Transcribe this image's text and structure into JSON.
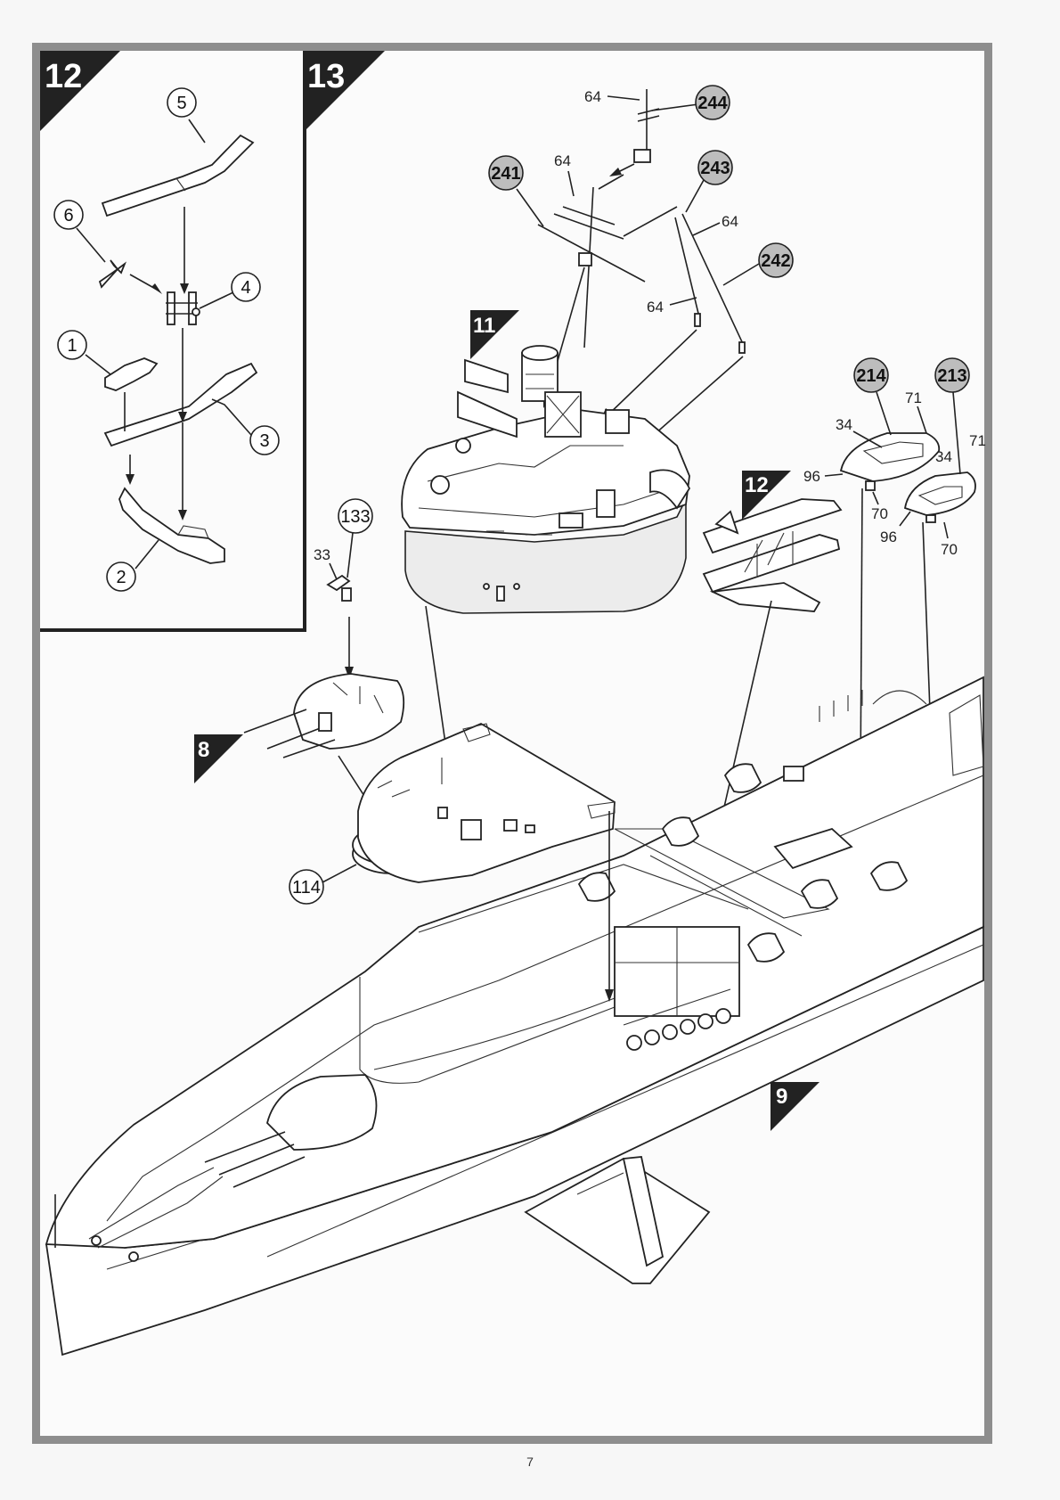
{
  "steps": {
    "step12_inset": "12",
    "step13": "13",
    "sub11": "11",
    "sub12": "12",
    "sub8": "8",
    "sub9": "9"
  },
  "parts": {
    "p1": "1",
    "p2": "2",
    "p3": "3",
    "p4": "4",
    "p5": "5",
    "p6": "6",
    "p33": "33",
    "p34a": "34",
    "p34b": "34",
    "p64a": "64",
    "p64b": "64",
    "p64c": "64",
    "p64d": "64",
    "p70a": "70",
    "p70b": "70",
    "p71a": "71",
    "p71b": "71",
    "p96a": "96",
    "p96b": "96",
    "p114": "114",
    "p133": "133",
    "p213": "213",
    "p214": "214",
    "p241": "241",
    "p242": "242",
    "p243": "243",
    "p244": "244"
  },
  "page_number": "7"
}
